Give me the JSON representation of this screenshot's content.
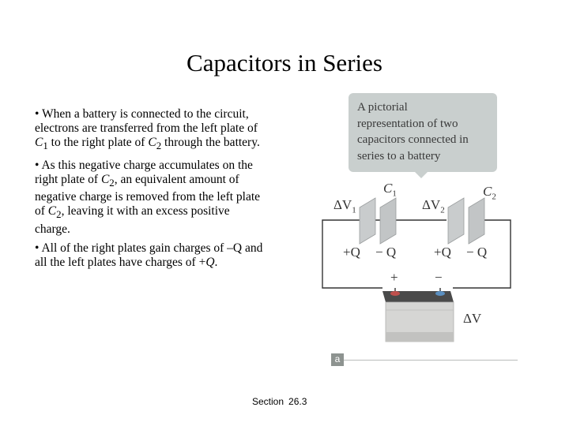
{
  "slide": {
    "title": "Capacitors in Series",
    "footer_section": "Section",
    "footer_number": "26.3"
  },
  "bullets": [
    {
      "a": "• When a battery is connected to the circuit, electrons are transferred from the left plate of ",
      "v1": "C",
      "s1": "1",
      "b": " to the right plate of ",
      "v2": "C",
      "s2": "2",
      "c": " through the battery."
    },
    {
      "a": "• As this negative charge accumulates on the right plate of ",
      "v1": "C",
      "s1": "2",
      "b": ", an equivalent amount of negative charge is removed from the left plate of ",
      "v2": "C",
      "s2": "2",
      "c": ", leaving it with an excess positive charge."
    },
    {
      "a": "• All of the right plates gain charges of –Q and all the left plates have charges of +",
      "v1": "Q",
      "c": "."
    }
  ],
  "figure": {
    "callout": [
      "A pictorial",
      "representation of two",
      "capacitors connected in",
      "series to a battery"
    ],
    "cap1": {
      "delta": "ΔV",
      "delta_sub": "1",
      "name": "C",
      "name_sub": "1",
      "plus": "+Q",
      "minus": "− Q"
    },
    "cap2": {
      "delta": "ΔV",
      "delta_sub": "2",
      "name": "C",
      "name_sub": "2",
      "plus": "+Q",
      "minus": "− Q"
    },
    "battery": {
      "plus": "+",
      "minus": "−",
      "delta": "ΔV"
    },
    "panel_label": "a",
    "colors": {
      "callout_bg": "#c9cfce",
      "wire": "#333333",
      "plate": "#c4c7c8",
      "battery_body": "#d4d4d2",
      "battery_top": "#4a4a4a",
      "plus_terminal": "#c0504d",
      "minus_terminal": "#5b8fc0"
    }
  }
}
